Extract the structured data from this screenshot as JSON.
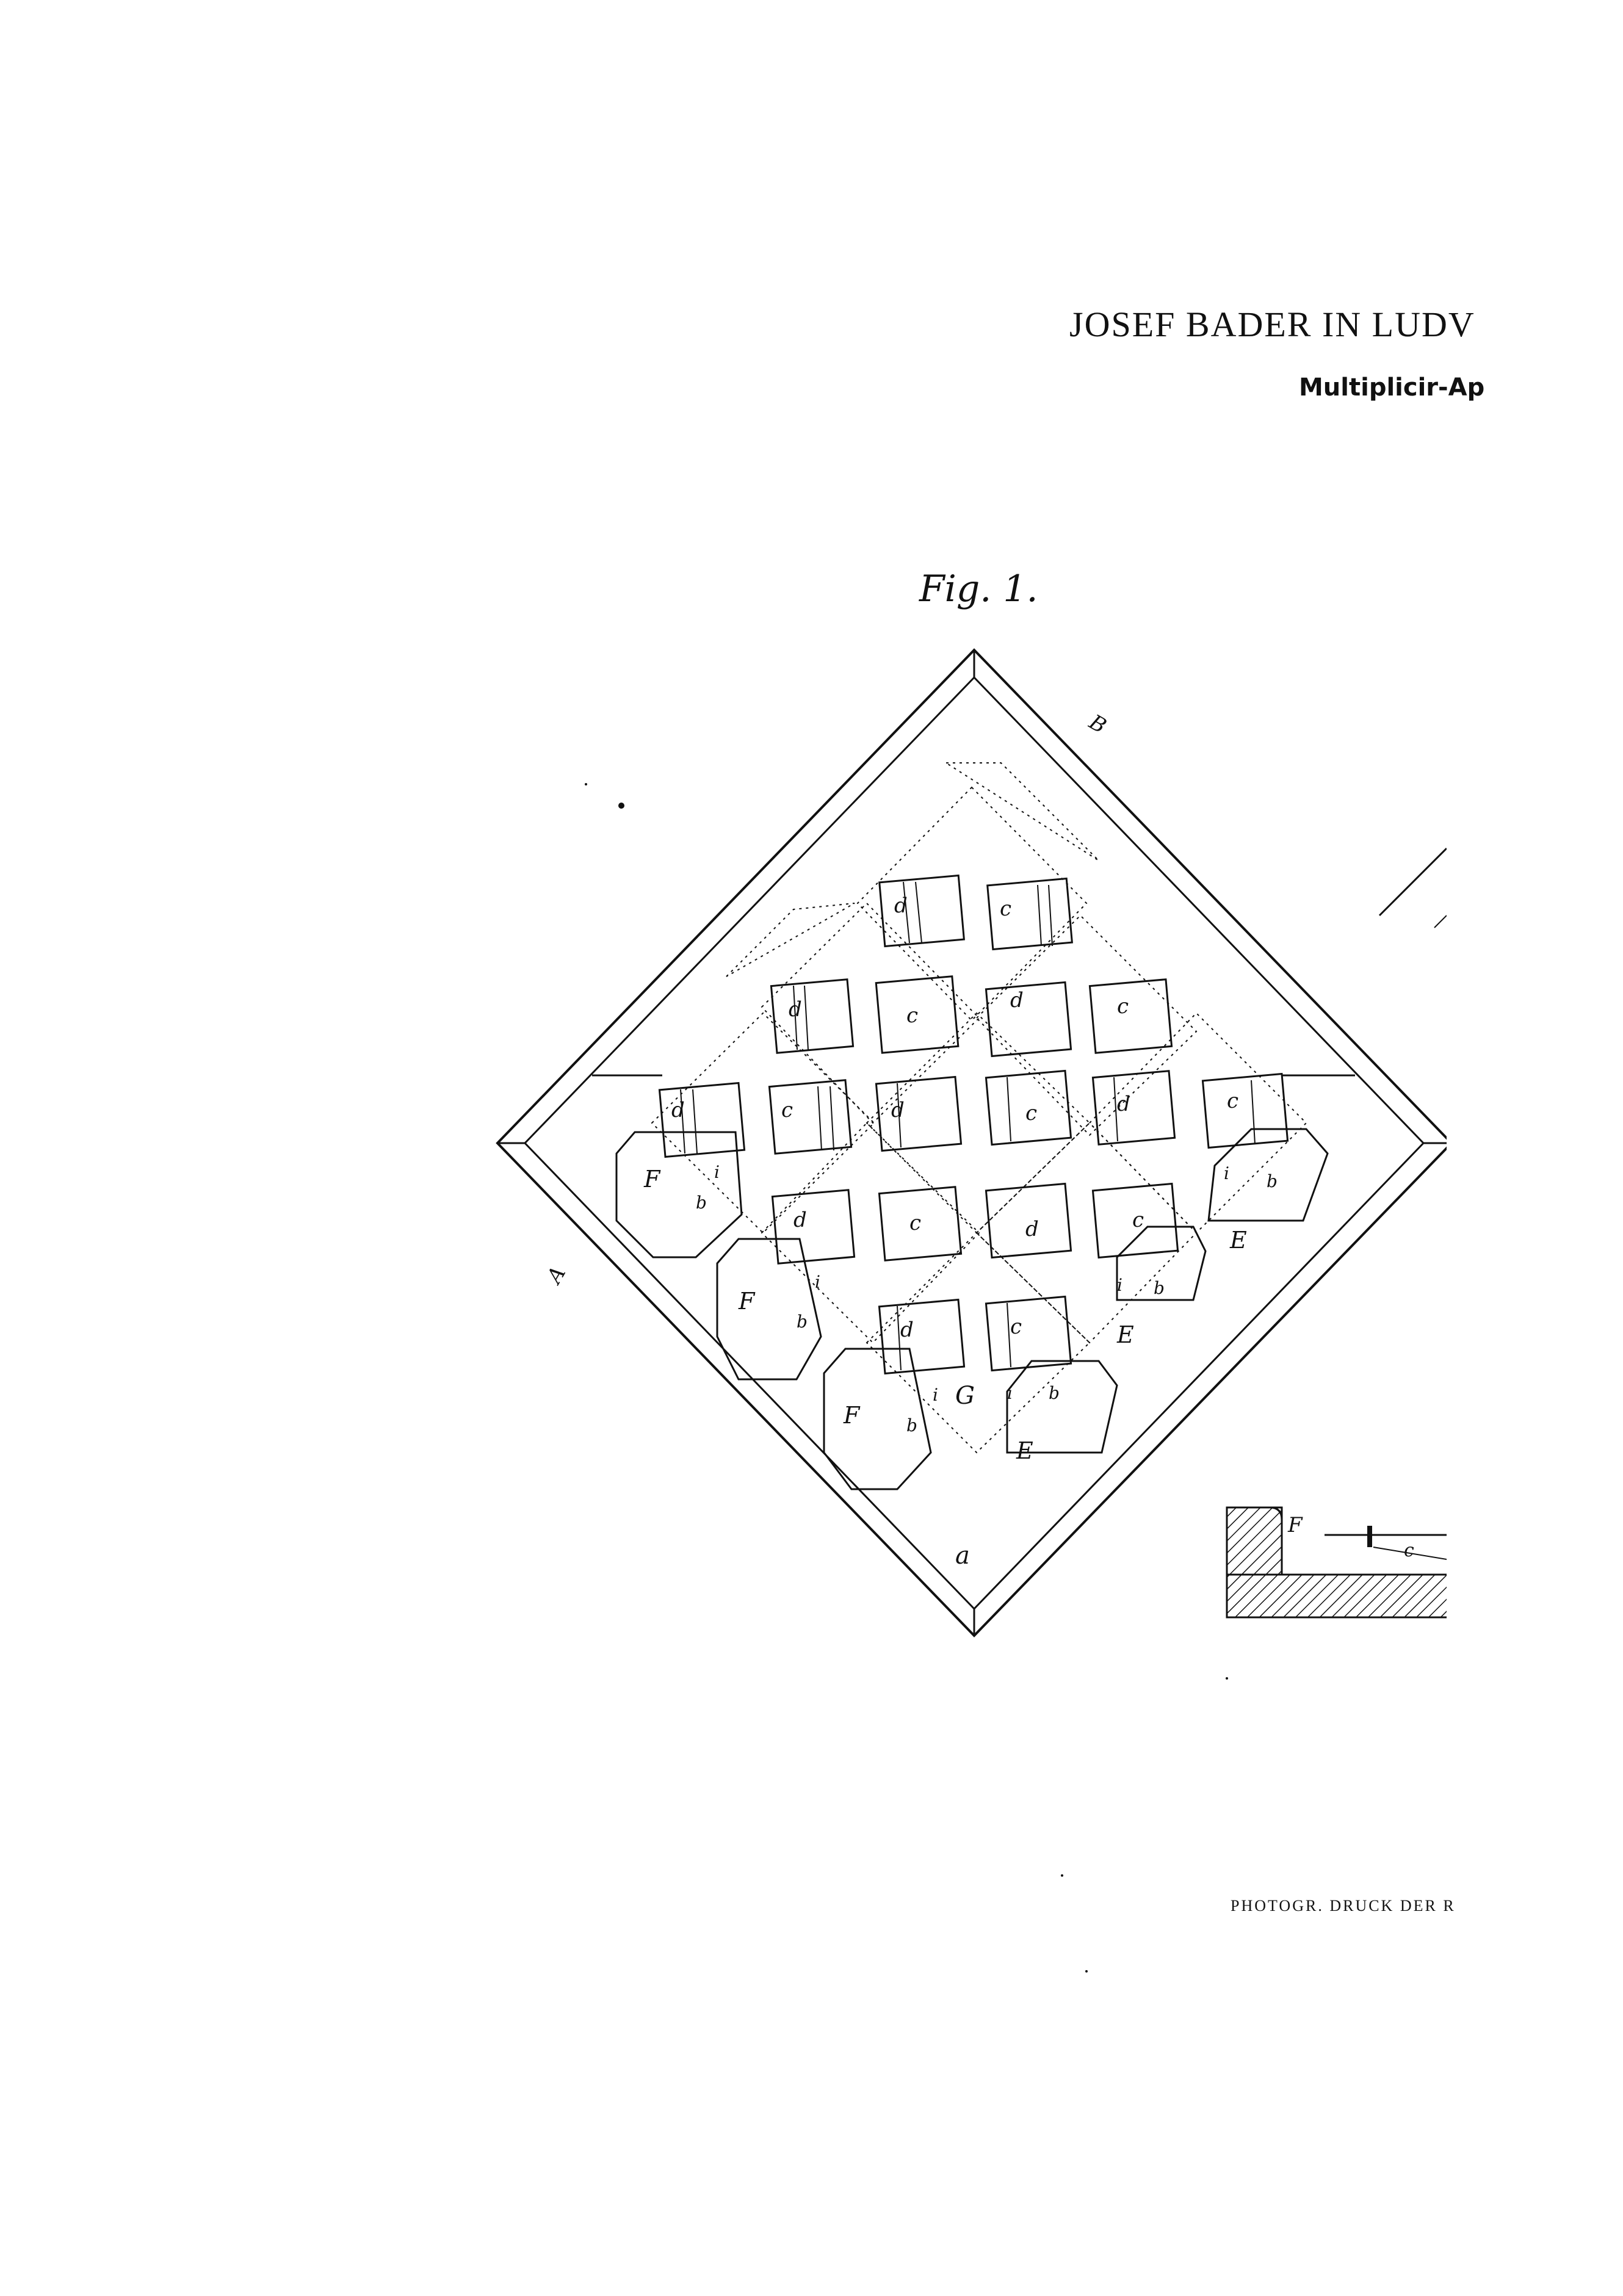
{
  "header": {
    "title": "JOSEF BADER IN LUDV",
    "subtitle": "Multiplicir-Ap"
  },
  "figure": {
    "label": "Fig. 1.",
    "section_marks": {
      "a": "A",
      "b": "B"
    },
    "part_letters": {
      "frame": "a",
      "key_d": "d",
      "key_c": "c",
      "plate_f": "F",
      "plate_e": "E",
      "plate_g": "G",
      "bar": "b",
      "pin": "i"
    },
    "detail_label": "F",
    "detail_c": "c"
  },
  "footer": {
    "credit": "PHOTOGR. DRUCK DER R"
  },
  "colors": {
    "ink": "#111111",
    "paper": "#ffffff"
  }
}
